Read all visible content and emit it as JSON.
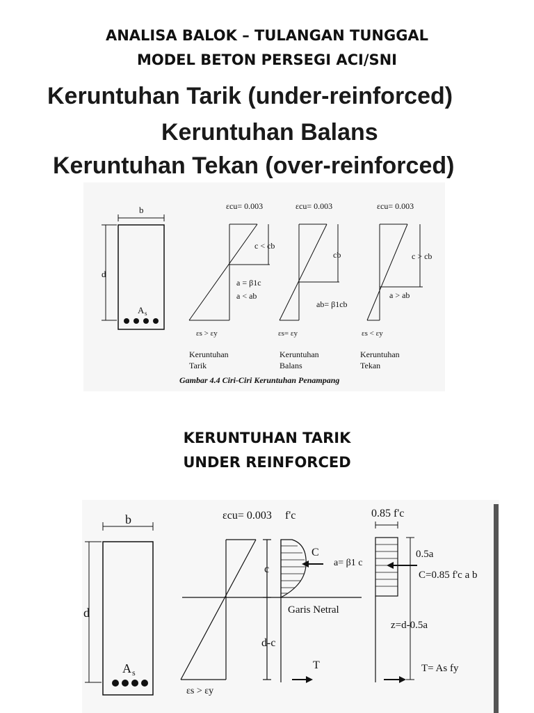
{
  "header": {
    "line1": "ANALISA BALOK – TULANGAN TUNGGAL",
    "line2": "MODEL BETON PERSEGI ACI/SNI"
  },
  "scan_titles": {
    "title1": "Keruntuhan Tarik (under-reinforced)",
    "title2": "Keruntuhan Balans",
    "title3": "Keruntuhan Tekan (over-reinforced)"
  },
  "figure1": {
    "b": "b",
    "d": "d",
    "As": "A",
    "As_sub": "s",
    "strain_label_1": "εcu= 0.003",
    "strain_label_2": "εcu= 0.003",
    "strain_label_3": "εcu= 0.003",
    "c1": "c < cb",
    "a1_line1": "a = β1c",
    "a1_line2": "a < ab",
    "es1": "εs > εy",
    "c2": "cb",
    "a2": "ab= β1cb",
    "es2": "εs= εy",
    "c3": "c > cb",
    "a3": "a > ab",
    "es3": "εs < εy",
    "label1_line1": "Keruntuhan",
    "label1_line2": "Tarik",
    "label2_line1": "Keruntuhan",
    "label2_line2": "Balans",
    "label3_line1": "Keruntuhan",
    "label3_line2": "Tekan",
    "caption": "Gambar 4.4 Ciri-Ciri Keruntuhan Penampang"
  },
  "section2": {
    "line1": "KERUNTUHAN TARIK",
    "line2": "UNDER REINFORCED"
  },
  "figure2": {
    "b": "b",
    "d": "d",
    "As": "A",
    "As_sub": "s",
    "ecu": "εcu= 0.003",
    "c": "c",
    "dc": "d-c",
    "es": "εs > εy",
    "fc": "f'c",
    "C": "C",
    "a": "a= β1 c",
    "garis": "Garis Netral",
    "T": "T",
    "fc085": "0.85 f'c",
    "half_a": "0.5a",
    "Ceq": "C=0.85 f'c a b",
    "z": "z=d-0.5a",
    "Teq": "T= As fy"
  }
}
